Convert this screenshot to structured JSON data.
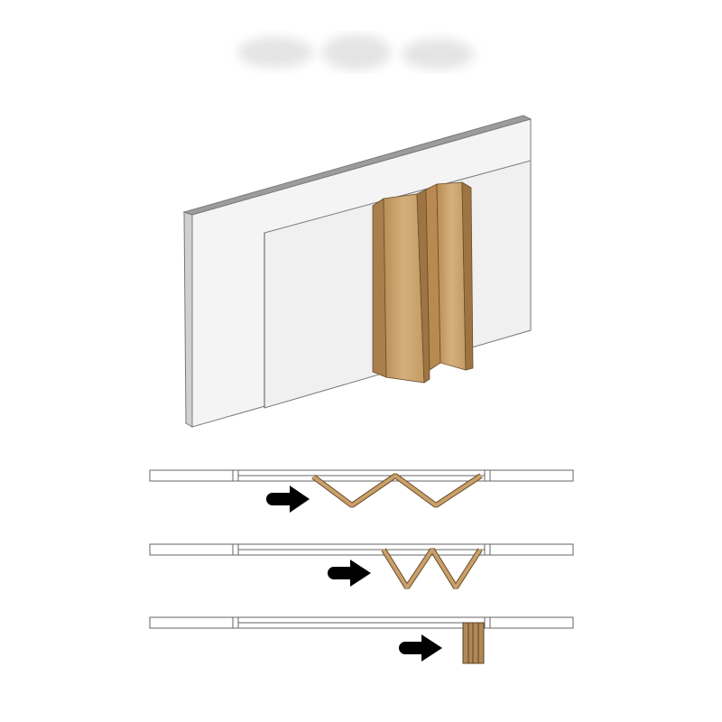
{
  "colors": {
    "wall": "#f4f4f4",
    "wall_edge": "#8a8a8a",
    "wood": "#c9a06a",
    "wood_dark": "#a07a48",
    "arrow": "#000000"
  },
  "plan_views": [
    {
      "state": "open-expanded"
    },
    {
      "state": "partially-folded"
    },
    {
      "state": "fully-folded"
    }
  ]
}
